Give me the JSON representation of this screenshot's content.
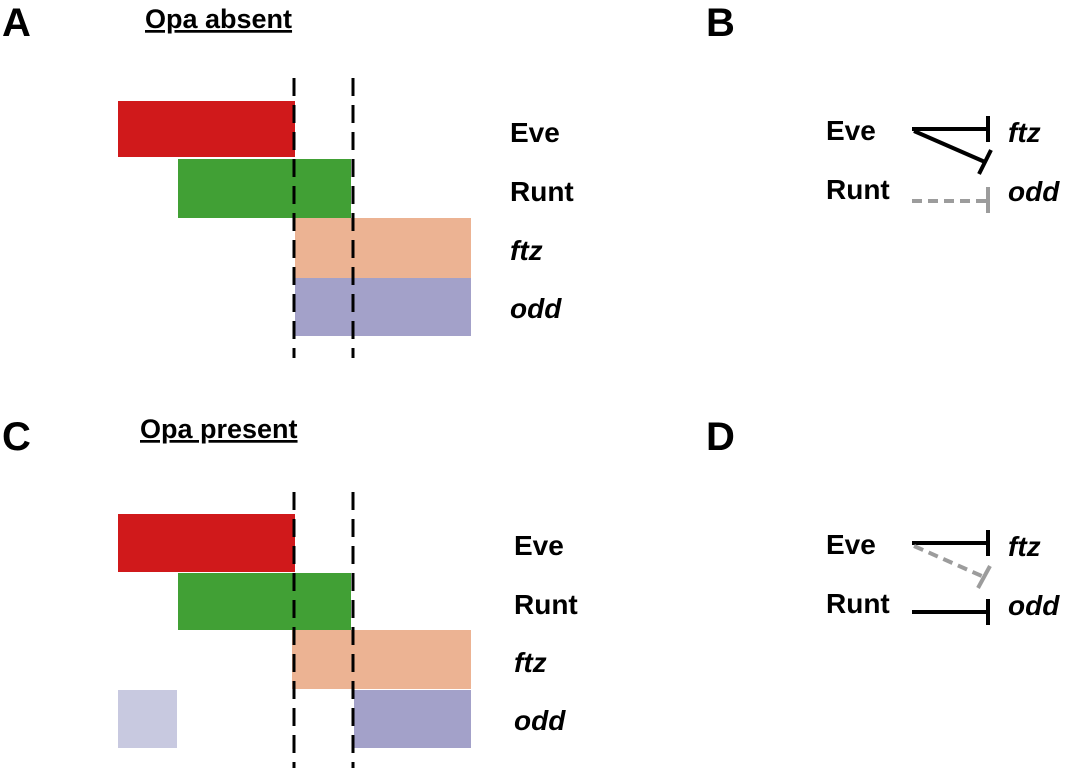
{
  "panels": {
    "A": {
      "letter": "A",
      "title": "Opa absent",
      "rows": [
        {
          "label": "Eve",
          "italic": false,
          "color": "#d0191b"
        },
        {
          "label": "Runt",
          "italic": false,
          "color": "#41a035"
        },
        {
          "label": "ftz",
          "italic": true,
          "color": "#ecb393"
        },
        {
          "label": "odd",
          "italic": true,
          "color": "#a3a1c9"
        }
      ]
    },
    "B": {
      "letter": "B",
      "nodes": {
        "eve": "Eve",
        "runt": "Runt",
        "ftz": "ftz",
        "odd": "odd"
      },
      "edges": [
        {
          "from": "Eve",
          "to": "ftz",
          "type": "repression",
          "active": true
        },
        {
          "from": "Eve",
          "to": "odd",
          "type": "repression",
          "active": true
        },
        {
          "from": "Runt",
          "to": "odd",
          "type": "repression",
          "active": false
        }
      ]
    },
    "C": {
      "letter": "C",
      "title": "Opa present",
      "rows": [
        {
          "label": "Eve",
          "italic": false,
          "color": "#d0191b"
        },
        {
          "label": "Runt",
          "italic": false,
          "color": "#41a035"
        },
        {
          "label": "ftz",
          "italic": true,
          "color": "#ecb393"
        },
        {
          "label": "odd",
          "italic": true,
          "color": "#a3a1c9",
          "faint_color": "#c8c9e0"
        }
      ]
    },
    "D": {
      "letter": "D",
      "nodes": {
        "eve": "Eve",
        "runt": "Runt",
        "ftz": "ftz",
        "odd": "odd"
      },
      "edges": [
        {
          "from": "Eve",
          "to": "ftz",
          "type": "repression",
          "active": true
        },
        {
          "from": "Eve",
          "to": "odd",
          "type": "repression",
          "active": false
        },
        {
          "from": "Runt",
          "to": "odd",
          "type": "repression",
          "active": true
        }
      ]
    }
  },
  "colors": {
    "active_edge": "#000000",
    "inactive_edge": "#9c9c9c",
    "boundary": "#000000"
  }
}
